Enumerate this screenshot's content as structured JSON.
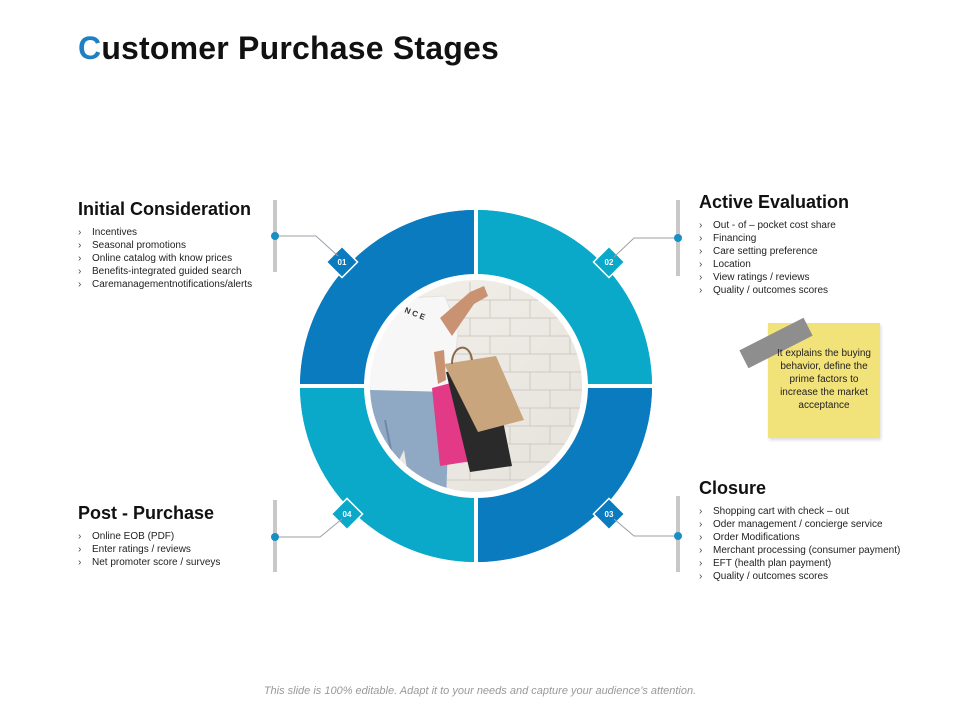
{
  "title": {
    "first_letter": "C",
    "rest": "ustomer Purchase Stages",
    "accent": "#1f7fc4"
  },
  "colors": {
    "dark_blue": "#0b7bbf",
    "teal": "#0aa9c9",
    "connector": "#9aa0a6",
    "tape": "#8e8e8e",
    "note": "#f2e27a"
  },
  "stages": [
    {
      "number": "01",
      "title": "Initial Consideration",
      "items": [
        "Incentives",
        "Seasonal promotions",
        "Online catalog with know prices",
        "Benefits-integrated guided search",
        "Caremanagementnotifications/alerts"
      ]
    },
    {
      "number": "02",
      "title": "Active Evaluation",
      "items": [
        "Out - of – pocket cost share",
        "Financing",
        "Care setting preference",
        "Location",
        "View ratings / reviews",
        "Quality / outcomes scores"
      ]
    },
    {
      "number": "03",
      "title": "Closure",
      "items": [
        "Shopping cart with check – out",
        "Oder management / concierge service",
        "Order Modifications",
        "Merchant processing (consumer payment)",
        "EFT  (health plan payment)",
        "Quality / outcomes scores"
      ]
    },
    {
      "number": "04",
      "title": "Post - Purchase",
      "items": [
        "Online EOB  (PDF)",
        "Enter ratings / reviews",
        "Net promoter score / surveys"
      ]
    }
  ],
  "note": {
    "text": "It explains the buying behavior, define the prime factors to increase the market acceptance"
  },
  "center_image": {
    "icon": "shopping-woman-photo",
    "shirt_text": "N C E"
  },
  "footer": "This slide is 100% editable. Adapt it to your needs and capture your audience’s attention."
}
